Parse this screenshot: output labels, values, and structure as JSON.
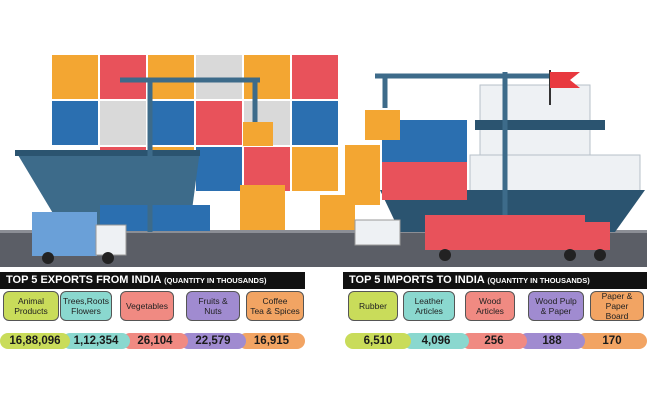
{
  "exports": {
    "title": "TOP 5 EXPORTS FROM INDIA",
    "subtitle": "(QUANTITY IN THOUSANDS)",
    "items": [
      {
        "label": "Animal\nProducts",
        "value": "16,88,096",
        "color": "#c9dc5a"
      },
      {
        "label": "Trees,Roots\nFlowers",
        "value": "1,12,354",
        "color": "#8ad8cf"
      },
      {
        "label": "Vegetables",
        "value": "26,104",
        "color": "#f08a82"
      },
      {
        "label": "Fruits &\nNuts",
        "value": "22,579",
        "color": "#a08bd0"
      },
      {
        "label": "Coffee\nTea & Spices",
        "value": "16,915",
        "color": "#f2a463"
      }
    ]
  },
  "imports": {
    "title": "TOP 5 IMPORTS TO INDIA",
    "subtitle": "(QUANTITY IN THOUSANDS)",
    "items": [
      {
        "label": "Rubber",
        "value": "6,510",
        "color": "#c9dc5a"
      },
      {
        "label": "Leather\nArticles",
        "value": "4,096",
        "color": "#8ad8cf"
      },
      {
        "label": "Wood\nArticles",
        "value": "256",
        "color": "#f08a82"
      },
      {
        "label": "Wood Pulp\n& Paper",
        "value": "188",
        "color": "#a08bd0"
      },
      {
        "label": "Paper &\nPaper Board",
        "value": "170",
        "color": "#f2a463"
      }
    ]
  }
}
